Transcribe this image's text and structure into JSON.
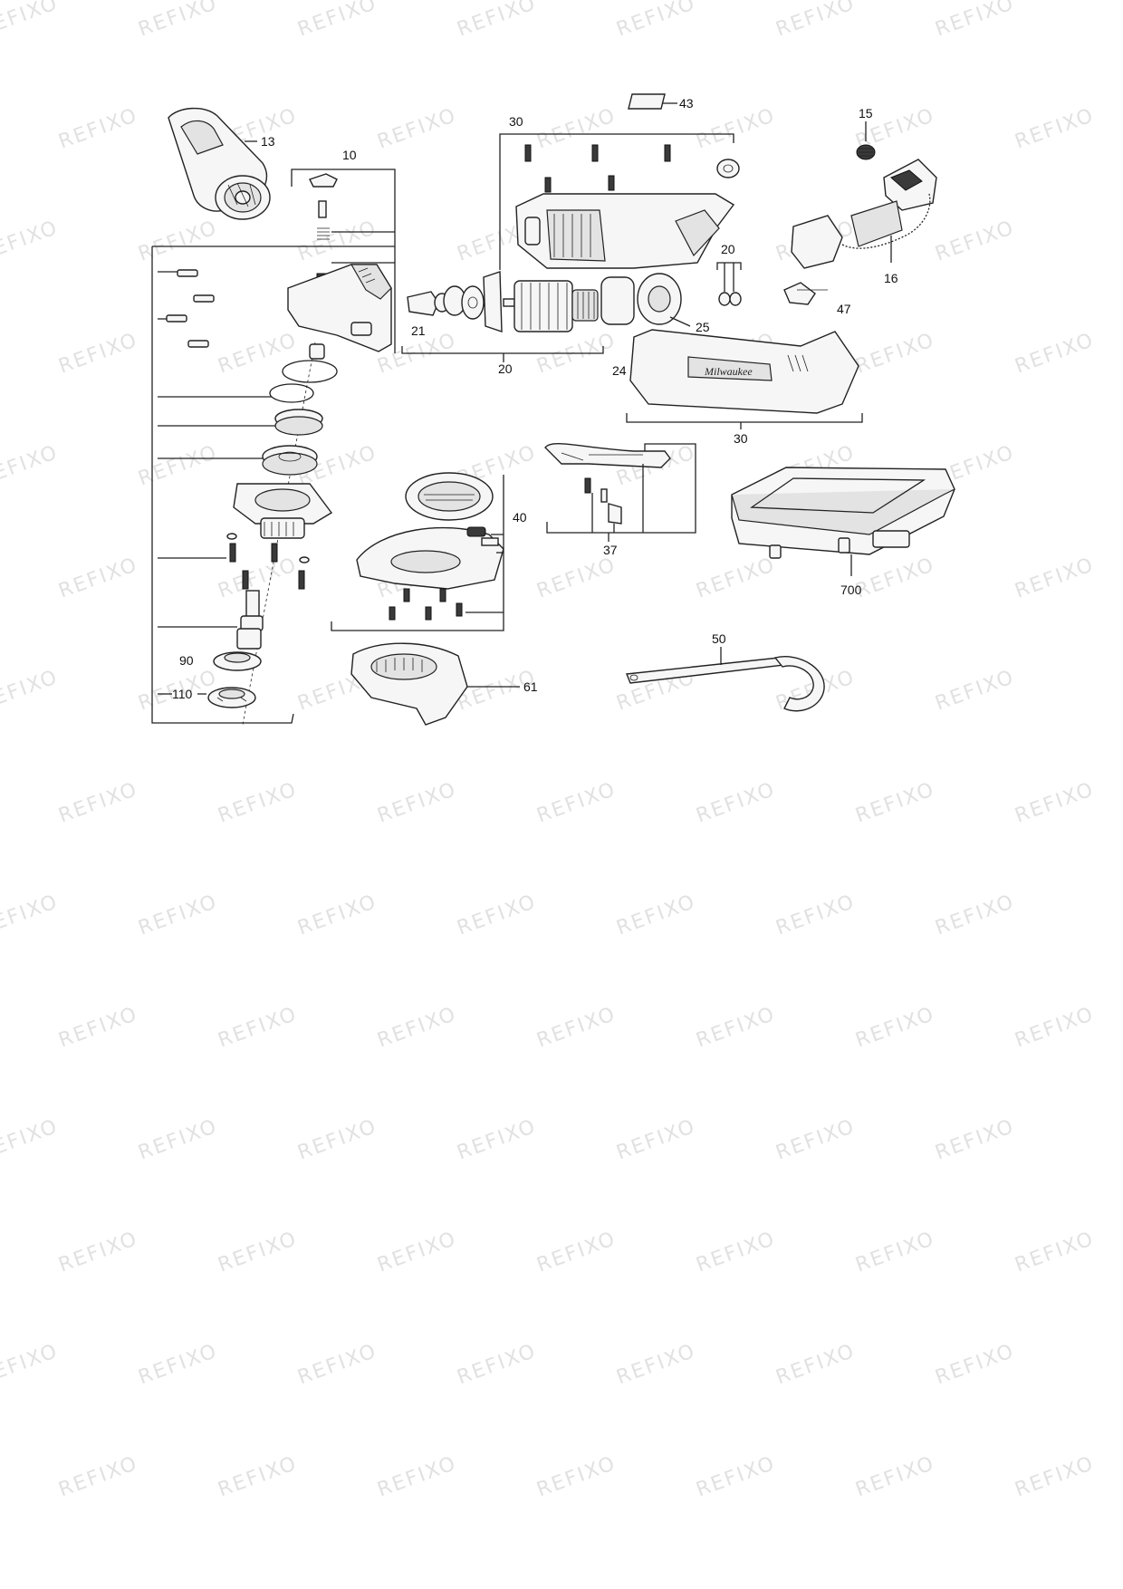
{
  "watermark": "REFIXO",
  "callouts": {
    "c13": "13",
    "c10": "10",
    "c30a": "30",
    "c43": "43",
    "c15": "15",
    "c20a": "20",
    "c16": "16",
    "c47": "47",
    "c21": "21",
    "c20b": "20",
    "c25": "25",
    "c24": "24",
    "c30b": "30",
    "c40": "40",
    "c37": "37",
    "c700": "700",
    "c90": "90",
    "c110": "110",
    "c61": "61",
    "c50": "50"
  },
  "brand_logo": "Milwaukee"
}
